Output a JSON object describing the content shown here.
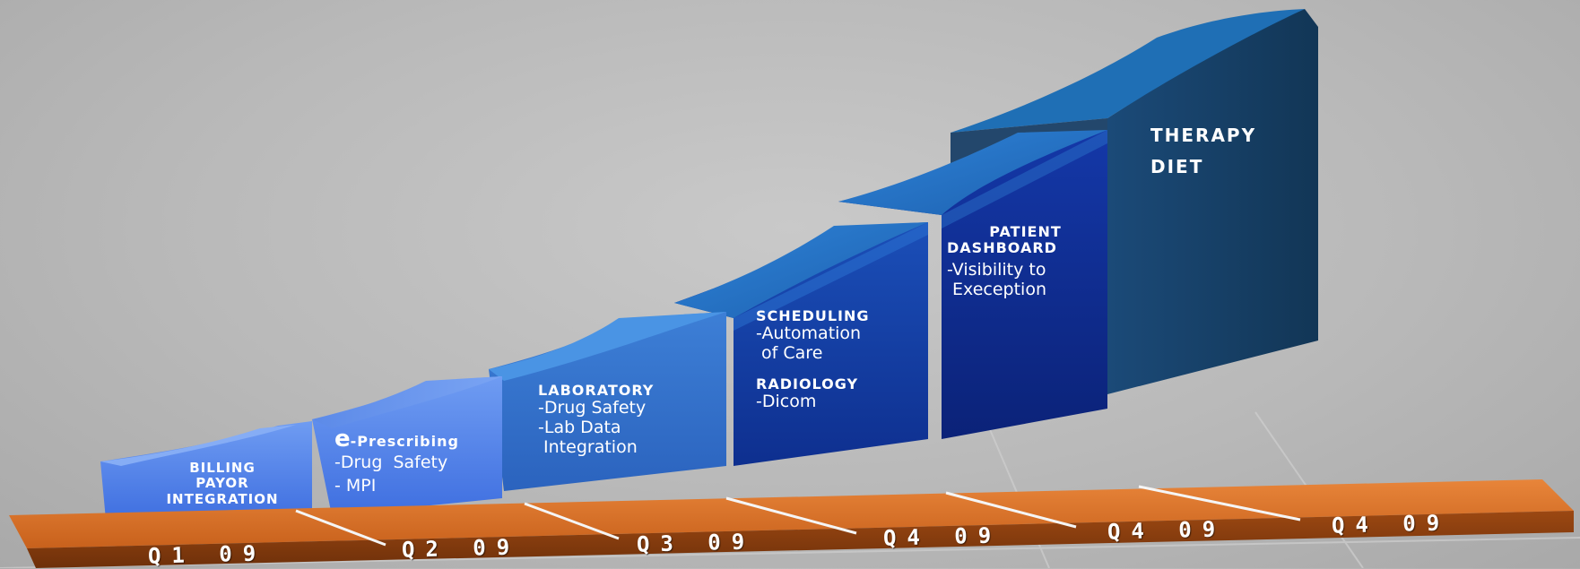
{
  "colors": {
    "timeline_orange": "#d86a1e",
    "step_light_blue": "#4a7fe0",
    "step_dark_navy": "#0f2a8a",
    "tower_teal_navy": "#143d66"
  },
  "steps": [
    {
      "id": "billing",
      "lines": [
        "BILLING",
        "PAYOR",
        "INTEGRATION"
      ]
    },
    {
      "id": "eprescribing",
      "title_prefix": "e",
      "title_rest": "-Prescribing",
      "items": [
        "-Drug  Safety",
        "- MPI"
      ]
    },
    {
      "id": "laboratory",
      "title": "LABORATORY",
      "items": [
        "-Drug Safety",
        "-Lab Data",
        " Integration"
      ]
    },
    {
      "id": "scheduling",
      "title": "SCHEDULING",
      "items": [
        "-Automation",
        " of Care"
      ],
      "title2": "RADIOLOGY",
      "items2": [
        "-Dicom"
      ]
    },
    {
      "id": "patient-dashboard",
      "title_lines": [
        "PATIENT",
        "DASHBOARD"
      ],
      "items": [
        "-Visibility to",
        " Exeception"
      ]
    },
    {
      "id": "therapy",
      "title_lines": [
        "THERAPY",
        "DIET"
      ]
    }
  ],
  "quarters": [
    "Q1 09",
    "Q2 09",
    "Q3 09",
    "Q4 09",
    "Q4 09",
    "Q4 09"
  ]
}
